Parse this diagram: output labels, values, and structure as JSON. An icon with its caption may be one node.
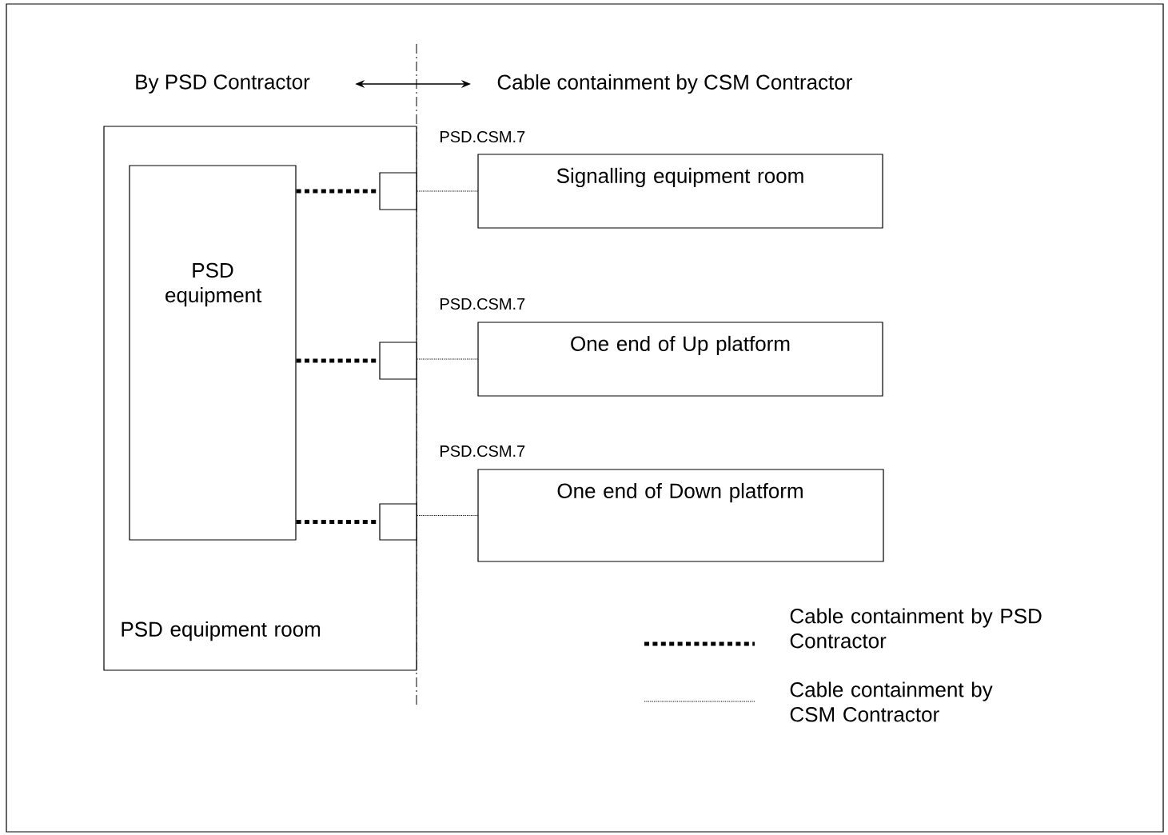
{
  "diagram": {
    "nodes": [
      {
        "text": [
          "By PSD Contractor"
        ]
      },
      {
        "text": [
          "Cable containment by CSM Contractor"
        ]
      },
      {
        "text": [
          "PSD equipment room"
        ]
      },
      {
        "text": [
          "PSD equipment"
        ],
        "in": 2
      },
      {
        "text": [],
        "shape": "box",
        "in": 2
      },
      {
        "text": [],
        "shape": "box",
        "in": 2
      },
      {
        "text": [],
        "shape": "box",
        "in": 2
      },
      {
        "text": [
          "Signalling equipment room"
        ],
        "beside": [
          "PSD.CSM.7"
        ]
      },
      {
        "text": [
          "One end of Up platform"
        ],
        "beside": [
          "PSD.CSM.7"
        ]
      },
      {
        "text": [
          "One end of Down platform"
        ],
        "beside": [
          "PSD.CSM.7"
        ]
      }
    ],
    "edges": [
      {
        "from": 0,
        "to": 1,
        "arrow": "both"
      },
      {
        "from": 3,
        "to": 4,
        "arrow": "none",
        "style": "dashed"
      },
      {
        "from": 4,
        "to": 7,
        "arrow": "none",
        "style": "dashed"
      },
      {
        "from": 3,
        "to": 5,
        "arrow": "none",
        "style": "dashed"
      },
      {
        "from": 5,
        "to": 8,
        "arrow": "none",
        "style": "dashed"
      },
      {
        "from": 3,
        "to": 6,
        "arrow": "none",
        "style": "dashed"
      },
      {
        "from": 6,
        "to": 9,
        "arrow": "none",
        "style": "dashed"
      }
    ],
    "legend": [
      {
        "text": "Cable containment by PSD Contractor"
      },
      {
        "text": "Cable containment by CSM Contractor"
      }
    ]
  }
}
